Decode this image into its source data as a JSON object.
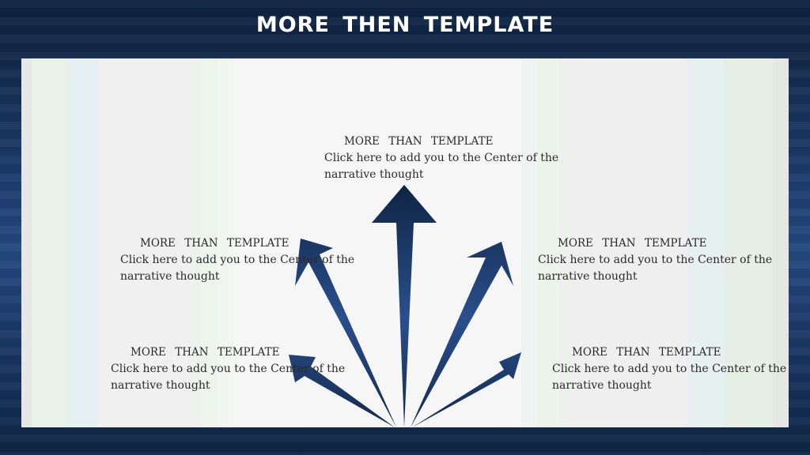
{
  "slide": {
    "title": "MORE  THEN  TEMPLATE"
  },
  "colors": {
    "background": "#13294a",
    "arrow_dark": "#0f2444",
    "arrow_light": "#2a4f8c"
  },
  "blocks": [
    {
      "id": "top",
      "heading": "MORE  THAN  TEMPLATE",
      "line1": "Click here to add  you to the Center of the",
      "line2": "narrative thought"
    },
    {
      "id": "left-upper",
      "heading": "MORE  THAN  TEMPLATE",
      "line1": "Click here to add  you to the Center of the",
      "line2": "narrative thought"
    },
    {
      "id": "right-upper",
      "heading": "MORE  THAN  TEMPLATE",
      "line1": "Click here to add  you to the Center of the",
      "line2": "narrative thought"
    },
    {
      "id": "left-lower",
      "heading": "MORE  THAN  TEMPLATE",
      "line1": "Click here to add  you to the Center of the",
      "line2": "narrative thought"
    },
    {
      "id": "right-lower",
      "heading": "MORE  THAN  TEMPLATE",
      "line1": "Click here to add  you to the Center of the",
      "line2": "narrative thought"
    }
  ]
}
